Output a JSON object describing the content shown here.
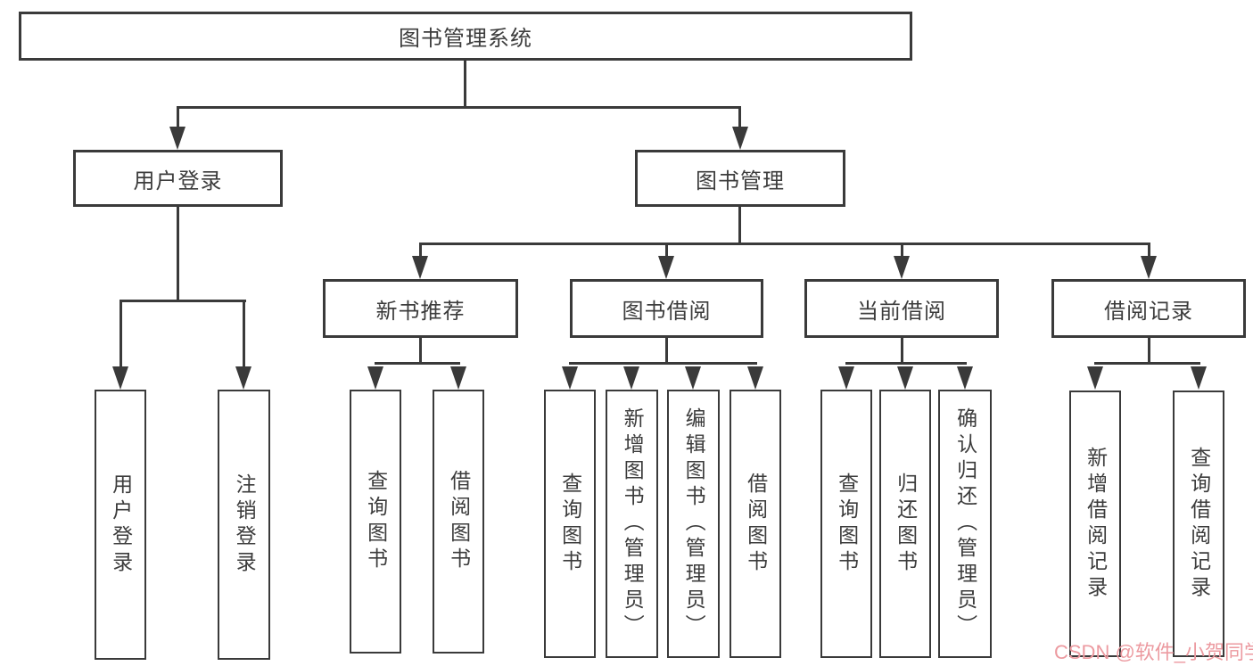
{
  "diagram": {
    "root": {
      "label": "图书管理系统"
    },
    "branches": [
      {
        "label": "用户登录",
        "children": [
          {
            "label": "用户登录"
          },
          {
            "label": "注销登录"
          }
        ]
      },
      {
        "label": "图书管理",
        "children": [
          {
            "label": "新书推荐",
            "children": [
              {
                "label": "查询图书"
              },
              {
                "label": "借阅图书"
              }
            ]
          },
          {
            "label": "图书借阅",
            "children": [
              {
                "label": "查询图书"
              },
              {
                "label": "新增图书（管理员）"
              },
              {
                "label": "编辑图书（管理员）"
              },
              {
                "label": "借阅图书"
              }
            ]
          },
          {
            "label": "当前借阅",
            "children": [
              {
                "label": "查询图书"
              },
              {
                "label": "归还图书"
              },
              {
                "label": "确认归还（管理员）"
              }
            ]
          },
          {
            "label": "借阅记录",
            "children": [
              {
                "label": "新增借阅记录"
              },
              {
                "label": "查询借阅记录"
              }
            ]
          }
        ]
      }
    ]
  },
  "watermark": {
    "text": "CSDN @软件_小贺同学"
  },
  "colors": {
    "line": "#3a3a3a",
    "text": "#3c3c3c",
    "background": "#ffffff",
    "watermark": "#ec9aa0"
  }
}
